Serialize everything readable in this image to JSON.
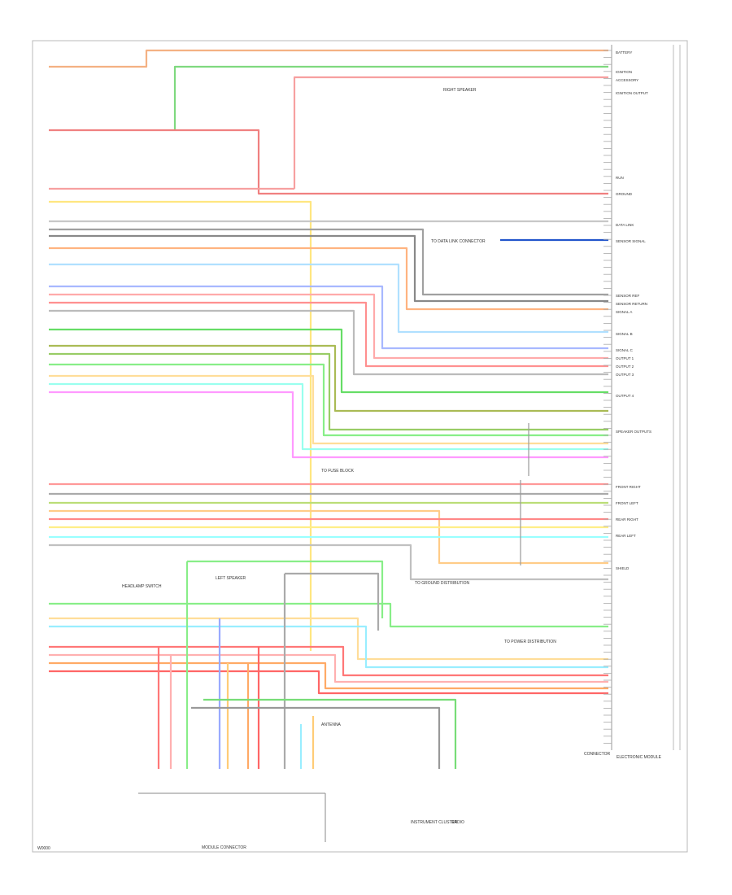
{
  "figure_id": "W0000",
  "module_name": "ELECTRONIC MODULE",
  "connector_label": "CONNECTOR",
  "right_header_labels": [
    "BATTERY",
    "IGNITION",
    "ACCESSORY",
    "IGNITION OUTPUT",
    "RUN",
    "GROUND",
    "DATA LINK",
    "SENSOR SIGNAL",
    "SENSOR REF",
    "SENSOR RETURN",
    "SIGNAL A",
    "SIGNAL B",
    "SIGNAL C",
    "OUTPUT 1",
    "OUTPUT 2",
    "OUTPUT 3",
    "OUTPUT 4",
    "SPEAKER OUTPUTS",
    "FRONT RIGHT",
    "FRONT LEFT",
    "REAR RIGHT",
    "REAR LEFT",
    "SHIELD"
  ],
  "callouts": {
    "ground_dist": "TO GROUND DISTRIBUTION",
    "fuse_block": "TO FUSE BLOCK",
    "data_link": "TO DATA LINK CONNECTOR",
    "power_dist": "TO POWER DISTRIBUTION",
    "headlamp_switch": "HEADLAMP SWITCH",
    "left_speaker": "LEFT SPEAKER",
    "right_speaker": "RIGHT SPEAKER",
    "antenna": "ANTENNA"
  },
  "bottom_connector_label": "MODULE CONNECTOR",
  "bottom_notes": [
    "INSTRUMENT CLUSTER",
    "RADIO"
  ]
}
